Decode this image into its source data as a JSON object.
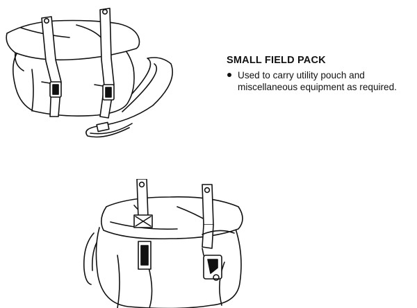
{
  "section": {
    "title": "SMALL FIELD PACK",
    "bullets": [
      {
        "line1": "Used to carry utility pouch and",
        "line2": "miscellaneous equipment as required."
      }
    ]
  },
  "illustrations": [
    {
      "icon": "field-pack-side-view-icon"
    },
    {
      "icon": "field-pack-front-view-icon"
    }
  ],
  "colors": {
    "ink": "#111111",
    "paper": "#ffffff"
  }
}
